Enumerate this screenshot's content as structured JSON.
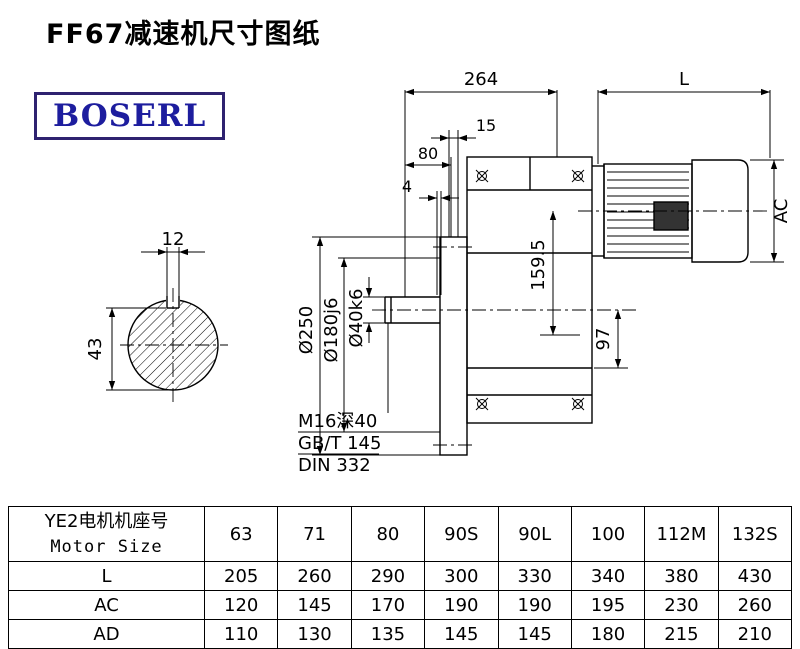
{
  "page": {
    "title": "FF67减速机尺寸图纸",
    "brand": "BOSERL"
  },
  "drawing": {
    "dimensions": {
      "overall_length": "264",
      "motor_length": "L",
      "flange_offset": "15",
      "dim_80": "80",
      "dim_4": "4",
      "key_width": "12",
      "shaft_key_height": "43",
      "flange_diameter": "Ø250",
      "spigot_diameter": "Ø180j6",
      "shaft_diameter": "Ø40k6",
      "axis_height": "159.5",
      "dim_97": "97",
      "motor_diameter": "AC"
    },
    "notes": [
      "M16深40",
      "GB/T 145",
      "DIN 332"
    ]
  },
  "table": {
    "header": {
      "label_cn": "YE2电机机座号",
      "label_en": "Motor Size",
      "sizes": [
        "63",
        "71",
        "80",
        "90S",
        "90L",
        "100",
        "112M",
        "132S"
      ]
    },
    "rows": [
      {
        "label": "L",
        "values": [
          "205",
          "260",
          "290",
          "300",
          "330",
          "340",
          "380",
          "430"
        ]
      },
      {
        "label": "AC",
        "values": [
          "120",
          "145",
          "170",
          "190",
          "190",
          "195",
          "230",
          "260"
        ]
      },
      {
        "label": "AD",
        "values": [
          "110",
          "130",
          "135",
          "145",
          "145",
          "180",
          "215",
          "210"
        ]
      }
    ]
  }
}
